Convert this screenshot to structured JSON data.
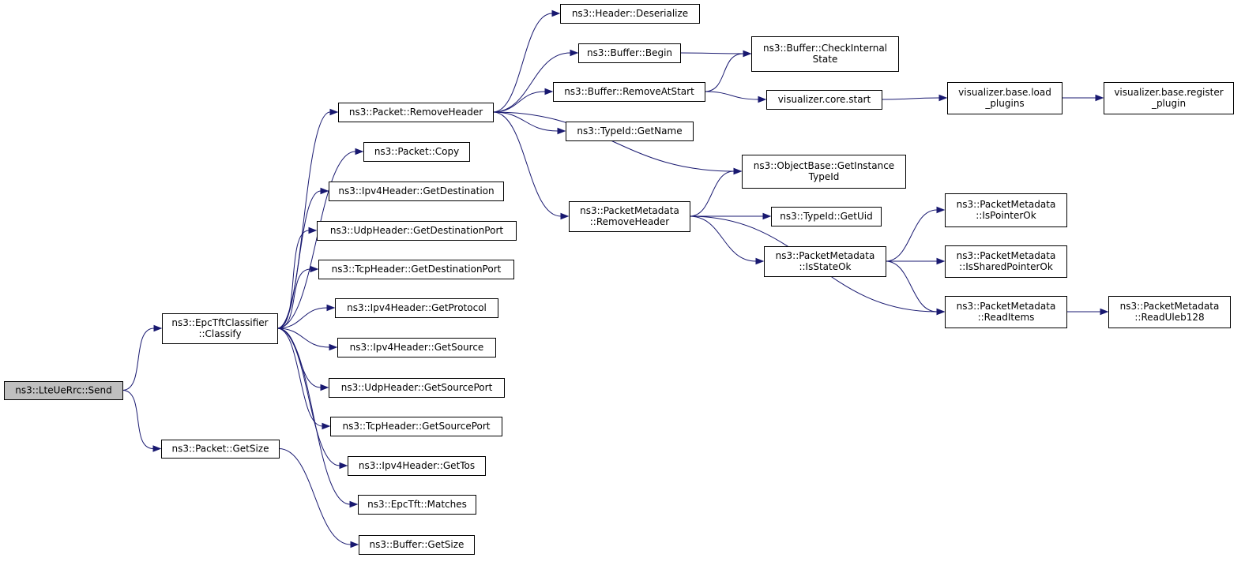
{
  "nodes": [
    {
      "id": "lte_send",
      "lines": [
        "ns3::LteUeRrc::Send"
      ],
      "root": true
    },
    {
      "id": "classify",
      "lines": [
        "ns3::EpcTftClassifier",
        "::Classify"
      ]
    },
    {
      "id": "pkt_getsize",
      "lines": [
        "ns3::Packet::GetSize"
      ]
    },
    {
      "id": "pkt_removeheader",
      "lines": [
        "ns3::Packet::RemoveHeader"
      ]
    },
    {
      "id": "pkt_copy",
      "lines": [
        "ns3::Packet::Copy"
      ]
    },
    {
      "id": "ipv4_getdest",
      "lines": [
        "ns3::Ipv4Header::GetDestination"
      ]
    },
    {
      "id": "udp_getdestport",
      "lines": [
        "ns3::UdpHeader::GetDestinationPort"
      ]
    },
    {
      "id": "tcp_getdestport",
      "lines": [
        "ns3::TcpHeader::GetDestinationPort"
      ]
    },
    {
      "id": "ipv4_getproto",
      "lines": [
        "ns3::Ipv4Header::GetProtocol"
      ]
    },
    {
      "id": "ipv4_getsrc",
      "lines": [
        "ns3::Ipv4Header::GetSource"
      ]
    },
    {
      "id": "udp_getsrcport",
      "lines": [
        "ns3::UdpHeader::GetSourcePort"
      ]
    },
    {
      "id": "tcp_getsrcport",
      "lines": [
        "ns3::TcpHeader::GetSourcePort"
      ]
    },
    {
      "id": "ipv4_gettos",
      "lines": [
        "ns3::Ipv4Header::GetTos"
      ]
    },
    {
      "id": "tft_matches",
      "lines": [
        "ns3::EpcTft::Matches"
      ]
    },
    {
      "id": "buf_getsize",
      "lines": [
        "ns3::Buffer::GetSize"
      ]
    },
    {
      "id": "hdr_deserialize",
      "lines": [
        "ns3::Header::Deserialize"
      ]
    },
    {
      "id": "buf_begin",
      "lines": [
        "ns3::Buffer::Begin"
      ]
    },
    {
      "id": "buf_removeatstart",
      "lines": [
        "ns3::Buffer::RemoveAtStart"
      ]
    },
    {
      "id": "typeid_getname",
      "lines": [
        "ns3::TypeId::GetName"
      ]
    },
    {
      "id": "pm_removeheader",
      "lines": [
        "ns3::PacketMetadata",
        "::RemoveHeader"
      ]
    },
    {
      "id": "buf_checkinternal",
      "lines": [
        "ns3::Buffer::CheckInternal",
        "State"
      ]
    },
    {
      "id": "vis_core_start",
      "lines": [
        "visualizer.core.start"
      ]
    },
    {
      "id": "objbase_gettypeid",
      "lines": [
        "ns3::ObjectBase::GetInstance",
        "TypeId"
      ]
    },
    {
      "id": "typeid_getuid",
      "lines": [
        "ns3::TypeId::GetUid"
      ]
    },
    {
      "id": "pm_isstateok",
      "lines": [
        "ns3::PacketMetadata",
        "::IsStateOk"
      ]
    },
    {
      "id": "vis_load_plugins",
      "lines": [
        "visualizer.base.load",
        "_plugins"
      ]
    },
    {
      "id": "vis_register_plugin",
      "lines": [
        "visualizer.base.register",
        "_plugin"
      ]
    },
    {
      "id": "pm_ispointerok",
      "lines": [
        "ns3::PacketMetadata",
        "::IsPointerOk"
      ]
    },
    {
      "id": "pm_issharedpointerok",
      "lines": [
        "ns3::PacketMetadata",
        "::IsSharedPointerOk"
      ]
    },
    {
      "id": "pm_readitems",
      "lines": [
        "ns3::PacketMetadata",
        "::ReadItems"
      ]
    },
    {
      "id": "pm_readuleb128",
      "lines": [
        "ns3::PacketMetadata",
        "::ReadUleb128"
      ]
    }
  ],
  "edges": [
    {
      "from": "lte_send",
      "to": "classify"
    },
    {
      "from": "lte_send",
      "to": "pkt_getsize"
    },
    {
      "from": "classify",
      "to": "pkt_removeheader"
    },
    {
      "from": "classify",
      "to": "pkt_copy"
    },
    {
      "from": "classify",
      "to": "ipv4_getdest"
    },
    {
      "from": "classify",
      "to": "udp_getdestport"
    },
    {
      "from": "classify",
      "to": "tcp_getdestport"
    },
    {
      "from": "classify",
      "to": "ipv4_getproto"
    },
    {
      "from": "classify",
      "to": "ipv4_getsrc"
    },
    {
      "from": "classify",
      "to": "udp_getsrcport"
    },
    {
      "from": "classify",
      "to": "tcp_getsrcport"
    },
    {
      "from": "classify",
      "to": "ipv4_gettos"
    },
    {
      "from": "classify",
      "to": "tft_matches"
    },
    {
      "from": "pkt_getsize",
      "to": "buf_getsize"
    },
    {
      "from": "pkt_removeheader",
      "to": "hdr_deserialize"
    },
    {
      "from": "pkt_removeheader",
      "to": "buf_begin"
    },
    {
      "from": "pkt_removeheader",
      "to": "buf_removeatstart"
    },
    {
      "from": "pkt_removeheader",
      "to": "typeid_getname"
    },
    {
      "from": "pkt_removeheader",
      "to": "objbase_gettypeid"
    },
    {
      "from": "pkt_removeheader",
      "to": "pm_removeheader"
    },
    {
      "from": "buf_begin",
      "to": "buf_checkinternal"
    },
    {
      "from": "buf_removeatstart",
      "to": "buf_checkinternal"
    },
    {
      "from": "buf_removeatstart",
      "to": "vis_core_start"
    },
    {
      "from": "vis_core_start",
      "to": "vis_load_plugins"
    },
    {
      "from": "vis_load_plugins",
      "to": "vis_register_plugin"
    },
    {
      "from": "pm_removeheader",
      "to": "objbase_gettypeid"
    },
    {
      "from": "pm_removeheader",
      "to": "typeid_getuid"
    },
    {
      "from": "pm_removeheader",
      "to": "pm_isstateok"
    },
    {
      "from": "pm_removeheader",
      "to": "pm_readitems"
    },
    {
      "from": "pm_isstateok",
      "to": "pm_ispointerok"
    },
    {
      "from": "pm_isstateok",
      "to": "pm_issharedpointerok"
    },
    {
      "from": "pm_isstateok",
      "to": "pm_readitems"
    },
    {
      "from": "pm_readitems",
      "to": "pm_readuleb128"
    }
  ],
  "colors": {
    "edge": "#191970",
    "node_border": "#000000",
    "node_fill": "#ffffff",
    "root_fill": "#bfbfbf"
  }
}
